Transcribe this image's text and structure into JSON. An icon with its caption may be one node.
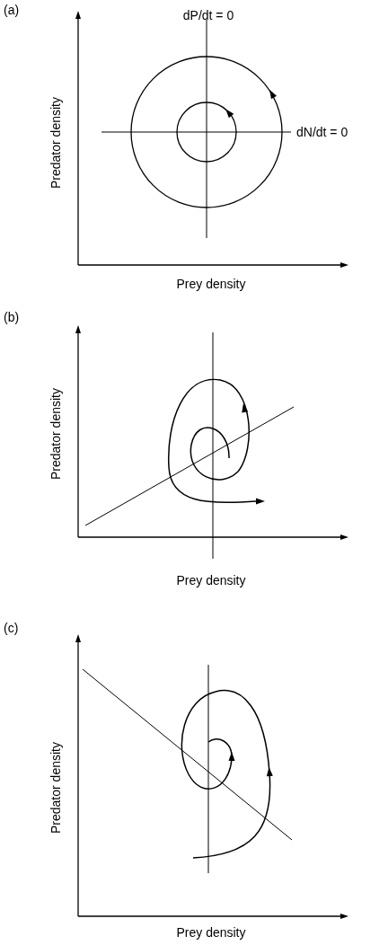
{
  "diagram": {
    "labels": [
      "(a)",
      "dP/dt = 0",
      "dN/dt = 0",
      "Predator density",
      "Prey density",
      "(b)",
      "Predator density",
      "Prey density",
      "(c)",
      "Predator density",
      "Prey density"
    ]
  }
}
